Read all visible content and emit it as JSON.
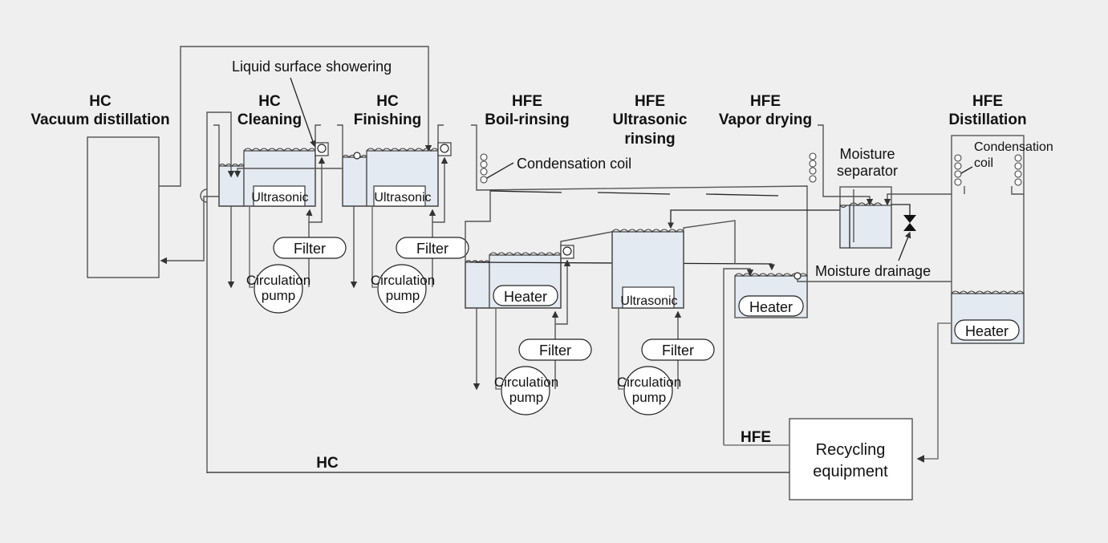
{
  "diagram": {
    "type": "process-flow",
    "colors": {
      "background": "#eeefee",
      "liquid": "#e4eaf1",
      "line": "#555555",
      "text": "#111111"
    },
    "stations": {
      "hc_vacuum_distillation": {
        "line1": "HC",
        "line2": "Vacuum distillation"
      },
      "hc_cleaning": {
        "line1": "HC",
        "line2": "Cleaning"
      },
      "hc_finishing": {
        "line1": "HC",
        "line2": "Finishing"
      },
      "hfe_boil_rinsing": {
        "line1": "HFE",
        "line2": "Boil-rinsing"
      },
      "hfe_ultrasonic_rinsing": {
        "line1": "HFE",
        "line2": "Ultrasonic",
        "line3": "rinsing"
      },
      "hfe_vapor_drying": {
        "line1": "HFE",
        "line2": "Vapor drying"
      },
      "hfe_distillation": {
        "line1": "HFE",
        "line2": "Distillation"
      }
    },
    "annotations": {
      "liquid_surface_showering": "Liquid surface showering",
      "condensation_coil": "Condensation coil",
      "condensation_coil_line1": "Condensation",
      "condensation_coil_line2": "coil",
      "moisture_separator_line1": "Moisture",
      "moisture_separator_line2": "separator",
      "moisture_drainage": "Moisture drainage"
    },
    "components": {
      "ultrasonic": "Ultrasonic",
      "heater": "Heater",
      "filter": "Filter",
      "pump_line1": "Circulation",
      "pump_line2": "pump"
    },
    "recycling": {
      "line1": "Recycling",
      "line2": "equipment"
    },
    "flow_labels": {
      "hc": "HC",
      "hfe": "HFE"
    }
  }
}
